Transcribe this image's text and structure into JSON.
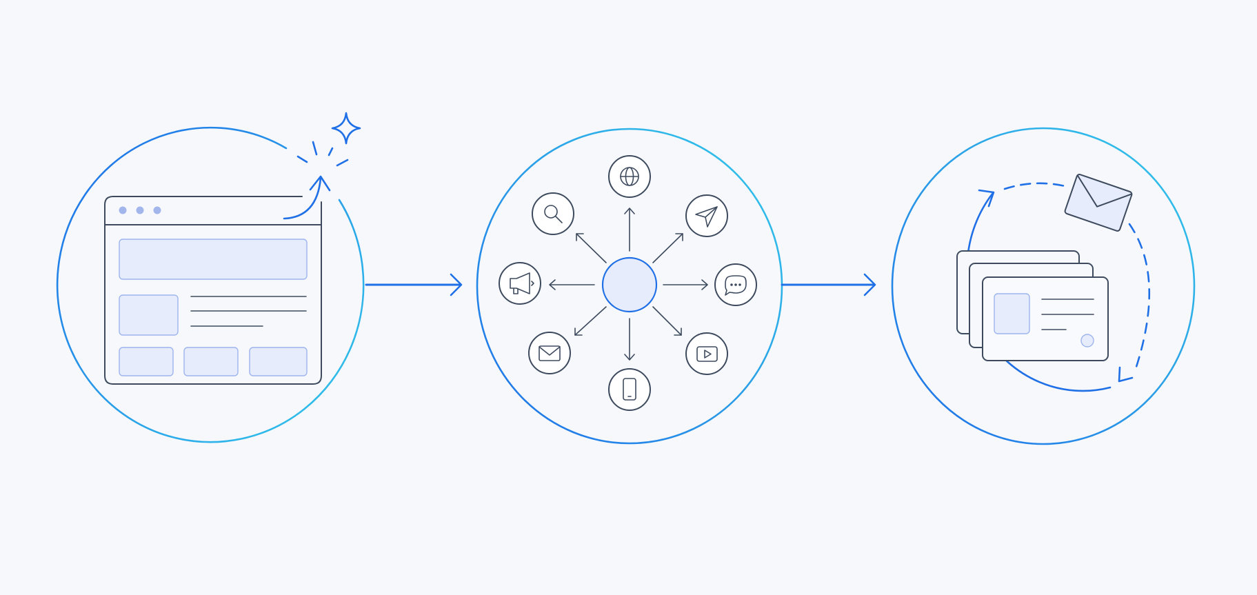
{
  "colors": {
    "background": "#f6f8fb",
    "ring_start": "#1e6ee8",
    "ring_end": "#32c8ea",
    "accent": "#1f6fe6",
    "stroke": "#3d4a5e",
    "fill_light": "#e6ecfb"
  },
  "stages": [
    {
      "name": "web-page",
      "icon": "browser-window-icon",
      "extras": [
        "sparkle-icon",
        "cursor-arrow-icon"
      ]
    },
    {
      "name": "distribution",
      "icon": "hub-circle-icon",
      "channels": [
        "globe-icon",
        "send-icon",
        "chat-bubble-icon",
        "video-play-icon",
        "mobile-phone-icon",
        "mail-icon",
        "megaphone-icon",
        "search-icon"
      ]
    },
    {
      "name": "loop",
      "icon": "stacked-cards-icon",
      "extras": [
        "envelope-icon",
        "cycle-arrow-icon"
      ]
    }
  ],
  "connectors": [
    "arrow-right-icon",
    "arrow-right-icon"
  ]
}
